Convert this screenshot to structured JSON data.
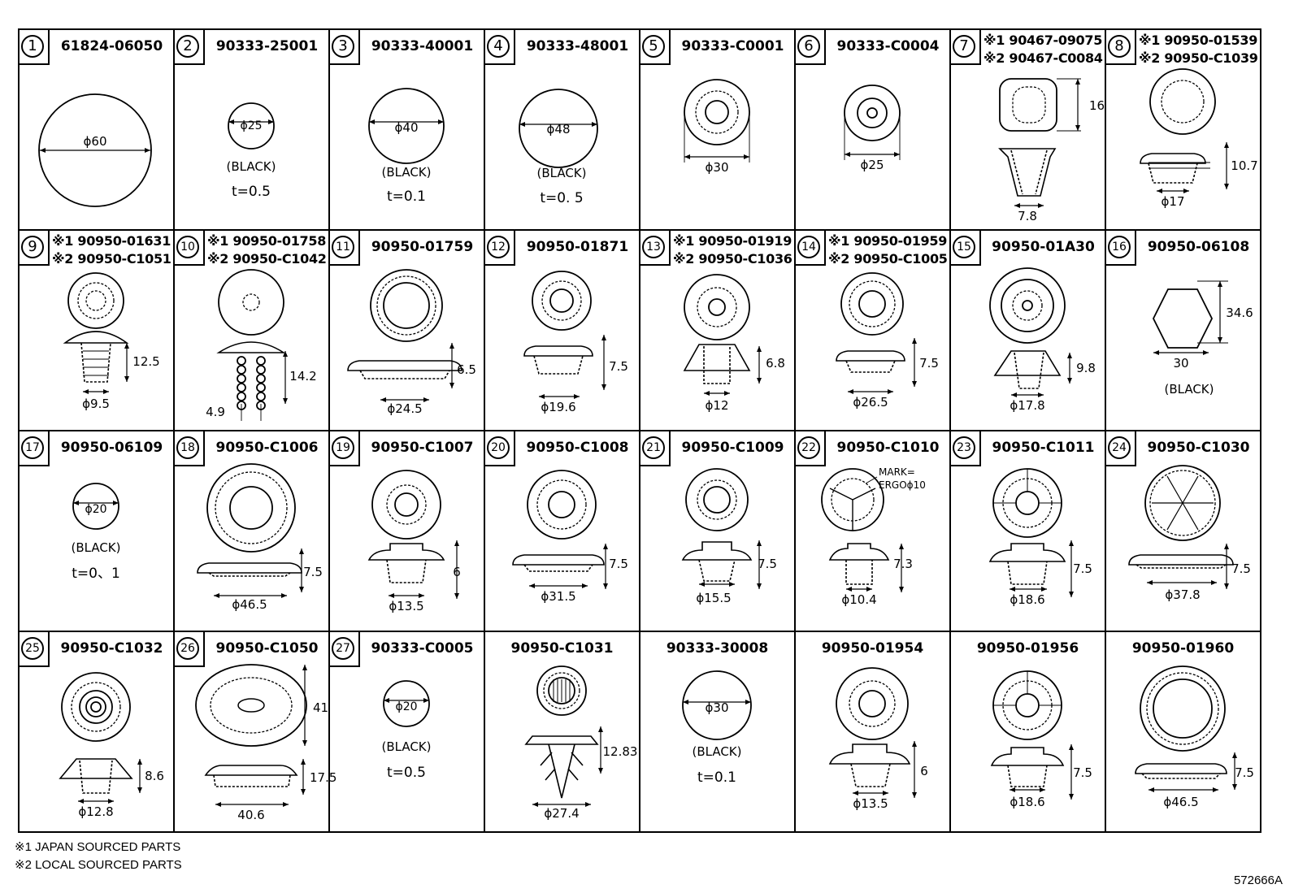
{
  "parts": [
    {
      "index": "1",
      "pn": "61824-06050",
      "dims": [
        "ϕ60"
      ]
    },
    {
      "index": "2",
      "pn": "90333-25001",
      "dims": [
        "ϕ25",
        "(BLACK)",
        "t=0.5"
      ]
    },
    {
      "index": "3",
      "pn": "90333-40001",
      "dims": [
        "ϕ40",
        "(BLACK)",
        "t=0.1"
      ]
    },
    {
      "index": "4",
      "pn": "90333-48001",
      "dims": [
        "ϕ48",
        "(BLACK)",
        "t=0. 5"
      ]
    },
    {
      "index": "5",
      "pn": "90333-C0001",
      "dims": [
        "ϕ30"
      ]
    },
    {
      "index": "6",
      "pn": "90333-C0004",
      "dims": [
        "ϕ25"
      ]
    },
    {
      "index": "7",
      "pn1": "※1 90467-09075",
      "pn2": "※2 90467-C0084",
      "dims": [
        "16",
        "7.8"
      ]
    },
    {
      "index": "8",
      "pn1": "※1 90950-01539",
      "pn2": "※2 90950-C1039",
      "dims": [
        "10.7",
        "ϕ17"
      ]
    },
    {
      "index": "9",
      "pn1": "※1 90950-01631",
      "pn2": "※2 90950-C1051",
      "dims": [
        "12.5",
        "ϕ9.5"
      ]
    },
    {
      "index": "10",
      "pn1": "※1 90950-01758",
      "pn2": "※2 90950-C1042",
      "dims": [
        "14.2",
        "4.9"
      ]
    },
    {
      "index": "11",
      "pn": "90950-01759",
      "dims": [
        "6.5",
        "ϕ24.5"
      ]
    },
    {
      "index": "12",
      "pn": "90950-01871",
      "dims": [
        "7.5",
        "ϕ19.6"
      ]
    },
    {
      "index": "13",
      "pn1": "※1 90950-01919",
      "pn2": "※2 90950-C1036",
      "dims": [
        "6.8",
        "ϕ12"
      ]
    },
    {
      "index": "14",
      "pn1": "※1 90950-01959",
      "pn2": "※2 90950-C1005",
      "dims": [
        "7.5",
        "ϕ26.5"
      ]
    },
    {
      "index": "15",
      "pn": "90950-01A30",
      "dims": [
        "9.8",
        "ϕ17.8"
      ]
    },
    {
      "index": "16",
      "pn": "90950-06108",
      "dims": [
        "34.6",
        "30",
        "(BLACK)"
      ]
    },
    {
      "index": "17",
      "pn": "90950-06109",
      "dims": [
        "ϕ20",
        "(BLACK)",
        "t=0、1"
      ]
    },
    {
      "index": "18",
      "pn": "90950-C1006",
      "dims": [
        "7.5",
        "ϕ46.5"
      ]
    },
    {
      "index": "19",
      "pn": "90950-C1007",
      "dims": [
        "6",
        "ϕ13.5"
      ]
    },
    {
      "index": "20",
      "pn": "90950-C1008",
      "dims": [
        "7.5",
        "ϕ31.5"
      ]
    },
    {
      "index": "21",
      "pn": "90950-C1009",
      "dims": [
        "7.5",
        "ϕ15.5"
      ]
    },
    {
      "index": "22",
      "pn": "90950-C1010",
      "dims": [
        "MARK=",
        "ERGOϕ10",
        "7.3",
        "ϕ10.4"
      ]
    },
    {
      "index": "23",
      "pn": "90950-C1011",
      "dims": [
        "7.5",
        "ϕ18.6"
      ]
    },
    {
      "index": "24",
      "pn": "90950-C1030",
      "dims": [
        "7.5",
        "ϕ37.8"
      ]
    },
    {
      "index": "25",
      "pn": "90950-C1032",
      "dims": [
        "8.6",
        "ϕ12.8"
      ]
    },
    {
      "index": "26",
      "pn": "90950-C1050",
      "dims": [
        "41",
        "17.5",
        "40.6"
      ]
    },
    {
      "index": "27",
      "pn": "90333-C0005",
      "dims": [
        "ϕ20",
        "(BLACK)",
        "t=0.5"
      ]
    },
    {
      "index": "",
      "pn": "90950-C1031",
      "dims": [
        "12.83",
        "ϕ27.4"
      ]
    },
    {
      "index": "",
      "pn": "90333-30008",
      "dims": [
        "ϕ30",
        "(BLACK)",
        "t=0.1"
      ]
    },
    {
      "index": "",
      "pn": "90950-01954",
      "dims": [
        "6",
        "ϕ13.5"
      ]
    },
    {
      "index": "",
      "pn": "90950-01956",
      "dims": [
        "7.5",
        "ϕ18.6"
      ]
    },
    {
      "index": "",
      "pn": "90950-01960",
      "dims": [
        "7.5",
        "ϕ46.5"
      ]
    }
  ],
  "footnotes": {
    "note1": "※1 JAPAN SOURCED PARTS",
    "note2": "※2 LOCAL SOURCED PARTS",
    "drawing_code": "572666A"
  }
}
